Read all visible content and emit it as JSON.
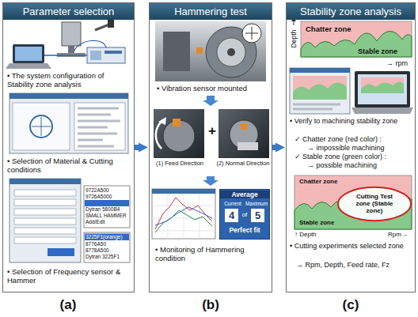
{
  "diagram": {
    "nodes": [
      {
        "text": [
          "Parameter selection"
        ]
      },
      {
        "text": [
          "Hammering test"
        ]
      },
      {
        "text": [
          "Average",
          "Current",
          "Maximum",
          "4",
          "of",
          "5",
          "Perfect fit"
        ],
        "in": 1
      },
      {
        "text": [
          "Stability zone analysis"
        ]
      },
      {
        "text": [
          "Cutting Test zone (Stable zone)"
        ],
        "in": 3
      }
    ],
    "edges": [
      {
        "from": 0,
        "to": 1,
        "arrow": "to"
      },
      {
        "from": 1,
        "to": 3,
        "arrow": "to"
      }
    ],
    "labels": [
      "• The system configuration of Stability zone analysis",
      "• Selection of Material & Cutting conditions",
      "9722A500",
      "9726A5000",
      "Dytran 5800B4",
      "SMALL HAMMER",
      "Add/Edit",
      "3225F1(orange)",
      "8776A50",
      "8778A500",
      "Dytran 3225F1",
      "• Selection of Frequency sensor & Hammer",
      "• Vibration sensor mounted",
      "(1) Feed Direction",
      "+",
      "(2) Normal Direction",
      "• Monitoring of Hammering condition",
      "Chatter zone",
      "Stable zone",
      "Depth",
      "→ rpm",
      "• Verify to machining stability zone",
      "✓ Chatter zone (red color) :",
      "→ impossible machining",
      "✓ Stable zone (green color) :",
      "→ possible machining",
      "Chatter zone",
      "Stable zone",
      "↑ Depth",
      "Rpm→",
      "• Cutting experiments selected zone",
      "→ Rpm, Depth, Feed rate, Fz",
      "(a)",
      "(b)",
      "(c)"
    ]
  }
}
